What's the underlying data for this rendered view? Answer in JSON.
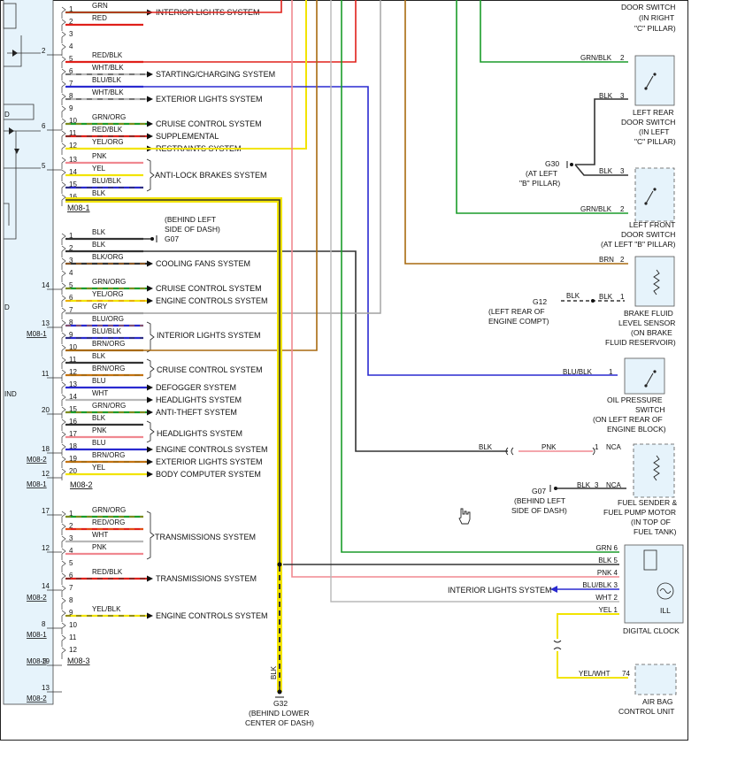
{
  "colors": {
    "grn": "#1a9c2a",
    "red": "#e0201a",
    "blk": "#333333",
    "pnk": "#f08890",
    "yel": "#f2e400",
    "blu": "#2a2ad0",
    "wht": "#b8b8b8",
    "gry": "#a0a0a0",
    "brn": "#a86a10",
    "org": "#e07a10",
    "ecu_fill": "#e6f3fb",
    "cursor": "#222222"
  },
  "m081_rows": [
    {
      "pin": "1",
      "wire": "GRN",
      "c1": "grn",
      "c2": null,
      "sys": "INTERIOR LIGHTS SYSTEM"
    },
    {
      "pin": "2",
      "wire": "RED",
      "c1": "red",
      "c2": null,
      "sys": ""
    },
    {
      "pin": "3",
      "wire": "",
      "c1": null,
      "c2": null,
      "sys": ""
    },
    {
      "pin": "4",
      "wire": "",
      "c1": null,
      "c2": null,
      "sys": ""
    },
    {
      "pin": "5",
      "wire": "RED/BLK",
      "c1": "red",
      "c2": "blk",
      "sys": ""
    },
    {
      "pin": "6",
      "wire": "WHT/BLK",
      "c1": "wht",
      "c2": "blk",
      "sys": "STARTING/CHARGING SYSTEM"
    },
    {
      "pin": "7",
      "wire": "BLU/BLK",
      "c1": "blu",
      "c2": "blk",
      "sys": ""
    },
    {
      "pin": "8",
      "wire": "WHT/BLK",
      "c1": "wht",
      "c2": "blk",
      "sys": "EXTERIOR LIGHTS SYSTEM"
    },
    {
      "pin": "9",
      "wire": "",
      "c1": null,
      "c2": null,
      "sys": ""
    },
    {
      "pin": "10",
      "wire": "GRN/ORG",
      "c1": "grn",
      "c2": "org",
      "sys": "CRUISE CONTROL SYSTEM"
    },
    {
      "pin": "11",
      "wire": "RED/BLK",
      "c1": "red",
      "c2": "blk",
      "sys": "SUPPLEMENTAL"
    },
    {
      "pin": "12",
      "wire": "YEL/ORG",
      "c1": "yel",
      "c2": "org",
      "sys": "RESTRAINTS SYSTEM"
    },
    {
      "pin": "13",
      "wire": "PNK",
      "c1": "pnk",
      "c2": null,
      "sys": ""
    },
    {
      "pin": "14",
      "wire": "YEL",
      "c1": "yel",
      "c2": null,
      "sys": ""
    },
    {
      "pin": "15",
      "wire": "BLU/BLK",
      "c1": "blu",
      "c2": "blk",
      "sys": ""
    },
    {
      "pin": "16",
      "wire": "BLK",
      "c1": "blk",
      "c2": null,
      "sys": ""
    }
  ],
  "m081_connector": "M08-1",
  "m082_rows": [
    {
      "pin": "1",
      "wire": "BLK",
      "c1": "blk",
      "c2": null,
      "sys": ""
    },
    {
      "pin": "2",
      "wire": "BLK",
      "c1": "blk",
      "c2": null,
      "sys": ""
    },
    {
      "pin": "3",
      "wire": "BLK/ORG",
      "c1": "blk",
      "c2": "org",
      "sys": "COOLING FANS SYSTEM"
    },
    {
      "pin": "4",
      "wire": "",
      "c1": null,
      "c2": null,
      "sys": ""
    },
    {
      "pin": "5",
      "wire": "GRN/ORG",
      "c1": "grn",
      "c2": "org",
      "sys": "CRUISE CONTROL SYSTEM"
    },
    {
      "pin": "6",
      "wire": "YEL/ORG",
      "c1": "yel",
      "c2": "org",
      "sys": "ENGINE CONTROLS SYSTEM"
    },
    {
      "pin": "7",
      "wire": "GRY",
      "c1": "gry",
      "c2": null,
      "sys": ""
    },
    {
      "pin": "8",
      "wire": "BLU/ORG",
      "c1": "blu",
      "c2": "org",
      "sys": ""
    },
    {
      "pin": "9",
      "wire": "BLU/BLK",
      "c1": "blu",
      "c2": "blk",
      "sys": ""
    },
    {
      "pin": "10",
      "wire": "BRN/ORG",
      "c1": "brn",
      "c2": "org",
      "sys": ""
    },
    {
      "pin": "11",
      "wire": "BLK",
      "c1": "blk",
      "c2": null,
      "sys": ""
    },
    {
      "pin": "12",
      "wire": "BRN/ORG",
      "c1": "brn",
      "c2": "org",
      "sys": ""
    },
    {
      "pin": "13",
      "wire": "BLU",
      "c1": "blu",
      "c2": null,
      "sys": "DEFOGGER SYSTEM"
    },
    {
      "pin": "14",
      "wire": "WHT",
      "c1": "wht",
      "c2": null,
      "sys": "HEADLIGHTS SYSTEM"
    },
    {
      "pin": "15",
      "wire": "GRN/ORG",
      "c1": "grn",
      "c2": "org",
      "sys": "ANTI-THEFT SYSTEM"
    },
    {
      "pin": "16",
      "wire": "BLK",
      "c1": "blk",
      "c2": null,
      "sys": ""
    },
    {
      "pin": "17",
      "wire": "PNK",
      "c1": "pnk",
      "c2": null,
      "sys": ""
    },
    {
      "pin": "18",
      "wire": "BLU",
      "c1": "blu",
      "c2": null,
      "sys": "ENGINE CONTROLS SYSTEM"
    },
    {
      "pin": "19",
      "wire": "BRN/ORG",
      "c1": "brn",
      "c2": "org",
      "sys": "EXTERIOR LIGHTS SYSTEM"
    },
    {
      "pin": "20",
      "wire": "YEL",
      "c1": "yel",
      "c2": null,
      "sys": "BODY COMPUTER SYSTEM"
    }
  ],
  "m082_connector": "M08-2",
  "m083_rows": [
    {
      "pin": "1",
      "wire": "GRN/ORG",
      "c1": "grn",
      "c2": "org",
      "sys": ""
    },
    {
      "pin": "2",
      "wire": "RED/ORG",
      "c1": "red",
      "c2": "org",
      "sys": ""
    },
    {
      "pin": "3",
      "wire": "WHT",
      "c1": "wht",
      "c2": null,
      "sys": ""
    },
    {
      "pin": "4",
      "wire": "PNK",
      "c1": "pnk",
      "c2": null,
      "sys": ""
    },
    {
      "pin": "5",
      "wire": "",
      "c1": null,
      "c2": null,
      "sys": ""
    },
    {
      "pin": "6",
      "wire": "RED/BLK",
      "c1": "red",
      "c2": "blk",
      "sys": "TRANSMISSIONS SYSTEM"
    },
    {
      "pin": "7",
      "wire": "",
      "c1": null,
      "c2": null,
      "sys": ""
    },
    {
      "pin": "8",
      "wire": "",
      "c1": null,
      "c2": null,
      "sys": ""
    },
    {
      "pin": "9",
      "wire": "YEL/BLK",
      "c1": "yel",
      "c2": "blk",
      "sys": "ENGINE CONTROLS SYSTEM"
    },
    {
      "pin": "10",
      "wire": "",
      "c1": null,
      "c2": null,
      "sys": ""
    },
    {
      "pin": "11",
      "wire": "",
      "c1": null,
      "c2": null,
      "sys": ""
    },
    {
      "pin": "12",
      "wire": "",
      "c1": null,
      "c2": null,
      "sys": ""
    }
  ],
  "m083_connector": "M08-3",
  "groups": {
    "abs": "ANTI-LOCK BRAKES SYSTEM",
    "interior2": "INTERIOR LIGHTS SYSTEM",
    "cruise2": "CRUISE CONTROL SYSTEM",
    "headlights2": "HEADLIGHTS SYSTEM",
    "trans1": "TRANSMISSIONS SYSTEM"
  },
  "left_module": {
    "pins": [
      "2",
      "6",
      "5",
      "14",
      "13",
      "11",
      "20",
      "18",
      "12",
      "17",
      "12",
      "14",
      "8",
      "19",
      "13"
    ],
    "connectors": [
      "M08-1",
      "M08-2",
      "M08-1",
      "M08-2",
      "M08-1",
      "M08-3",
      "M08-2"
    ],
    "partials": [
      "D",
      "D",
      "IND"
    ]
  },
  "g07_top": {
    "name": "G07",
    "note1": "(BEHIND LEFT",
    "note2": "SIDE OF DASH)"
  },
  "g32": {
    "name": "G32",
    "note1": "(BEHIND LOWER",
    "note2": "CENTER OF DASH)",
    "wire": "BLK"
  },
  "right_rear_switch": {
    "cap": [
      "DOOR SWITCH",
      "(IN RIGHT",
      "\"C\" PILLAR)"
    ],
    "wire": "GRN/BLK",
    "pin": "2"
  },
  "left_rear_switch": {
    "cap": [
      "LEFT REAR",
      "DOOR SWITCH",
      "(IN LEFT",
      "\"C\" PILLAR)"
    ],
    "wires": [
      "GRN/BLK",
      "BLK"
    ],
    "pins": [
      "2",
      "3"
    ]
  },
  "g30": {
    "name": "G30",
    "note1": "(AT LEFT",
    "note2": "\"B\" PILLAR)",
    "wire": "BLK"
  },
  "left_front_switch": {
    "cap": [
      "LEFT FRONT",
      "DOOR SWITCH",
      "(AT LEFT \"B\" PILLAR)"
    ],
    "wires": [
      "BLK",
      "GRN/BLK"
    ],
    "pins": [
      "3",
      "2"
    ]
  },
  "brake_sensor": {
    "cap": [
      "BRAKE FLUID",
      "LEVEL SENSOR",
      "(ON BRAKE",
      "FLUID RESERVOIR)"
    ],
    "wires": [
      "BRN",
      "BLK"
    ],
    "pins": [
      "2",
      "1"
    ],
    "ground_wire": "BLK"
  },
  "g12": {
    "name": "G12",
    "note1": "(LEFT REAR OF",
    "note2": "ENGINE COMPT)"
  },
  "oil_switch": {
    "cap": [
      "OIL PRESSURE",
      "SWITCH",
      "(ON LEFT REAR OF",
      "ENGINE BLOCK)"
    ],
    "wire": "BLU/BLK",
    "pin": "1"
  },
  "fuel_sender": {
    "cap": [
      "FUEL SENDER &",
      "FUEL PUMP MOTOR",
      "(IN TOP OF",
      "FUEL TANK)"
    ],
    "wire_left": "BLK",
    "wire_mid": "PNK",
    "nca": "NCA",
    "pin1": "1",
    "pin3": "3",
    "wire_bot": "BLK"
  },
  "g07_bottom": {
    "name": "G07",
    "note1": "(BEHIND LEFT",
    "note2": "SIDE OF DASH)"
  },
  "clock": {
    "cap": "DIGITAL CLOCK",
    "ill": "ILL",
    "wires": [
      "GRN",
      "BLK",
      "PNK",
      "BLU/BLK",
      "WHT",
      "YEL"
    ],
    "pins": [
      "6",
      "5",
      "4",
      "3",
      "2",
      "1"
    ],
    "interior": "INTERIOR LIGHTS SYSTEM"
  },
  "airbag": {
    "cap": [
      "AIR BAG",
      "CONTROL UNIT"
    ],
    "wire": "YEL/WHT",
    "pin": "74"
  }
}
